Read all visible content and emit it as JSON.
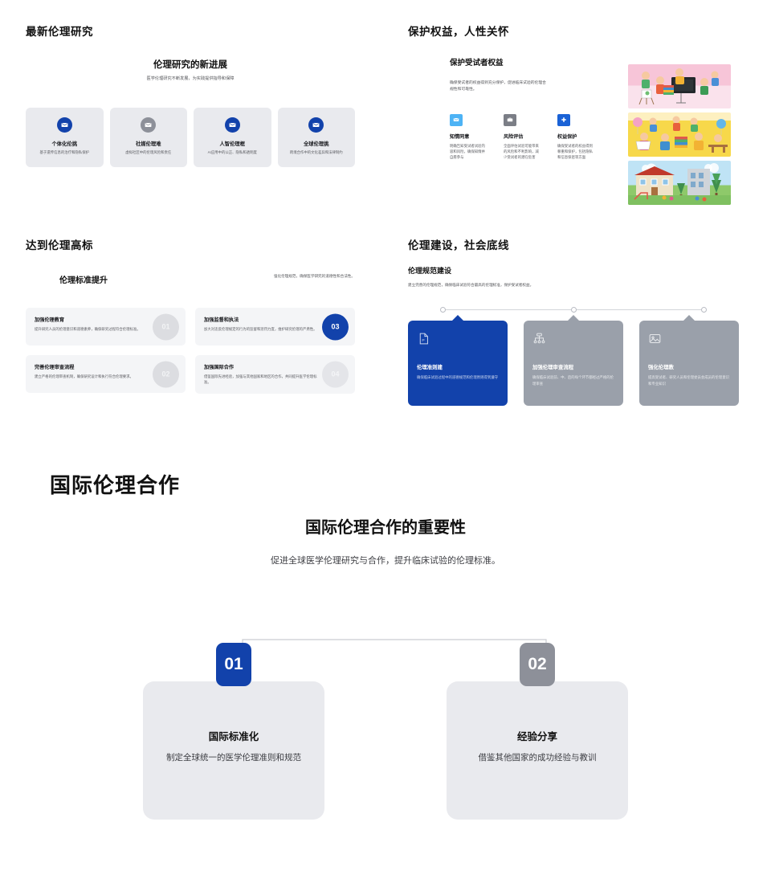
{
  "panel1": {
    "slide_title": "最新伦理研究",
    "heading": "伦理研究的新进展",
    "subheading": "医学伦理研究不断发展，为实践提供指导和保障",
    "cards": [
      {
        "icon": "mail-icon",
        "color": "#1242ab",
        "title": "个体化伦挑",
        "desc": "基于遗传信息的治疗和隐私保护"
      },
      {
        "icon": "mail-icon",
        "color": "#8d9099",
        "title": "社媒伦理难",
        "desc": "虚拟社区中的伦理风险和责任"
      },
      {
        "icon": "mail-icon",
        "color": "#1242ab",
        "title": "人智伦理框",
        "desc": "AI应用中的公正、隐私和透明度"
      },
      {
        "icon": "mail-icon",
        "color": "#1242ab",
        "title": "全球伦理挑",
        "desc": "跨境合作中的文化差异和法律制约"
      }
    ]
  },
  "panel2": {
    "slide_title": "保护权益，人性关怀",
    "heading": "保护受试者权益",
    "lead": "确保受试者的权益得到充分保护，促进临床试验的伦理合规性和可靠性。",
    "items": [
      {
        "icon": "mail-icon",
        "color": "#4db3f5",
        "title": "知情同意",
        "desc": "明确告知受试者试验内容和风险，确保知情并自愿参与"
      },
      {
        "icon": "briefcase-icon",
        "color": "#7b7e86",
        "title": "风险评估",
        "desc": "全面评估试验可能带来的风险和不利影响，减少受试者的潜在危害"
      },
      {
        "icon": "medical-cross-icon",
        "color": "#1a62d6",
        "title": "权益保护",
        "desc": "确保受试者的权益得到尊重和保护，包括隐私和信息保密等方面"
      }
    ],
    "artwork": [
      {
        "name": "classroom-kids-banner",
        "top": "#f6c3d6",
        "bottom": "#f9dce8"
      },
      {
        "name": "library-kids-banner",
        "top": "#f7d84a",
        "bottom": "#f5cf2e"
      },
      {
        "name": "school-playground-banner",
        "top": "#bfe3f5",
        "bottom": "#8ec96a"
      }
    ]
  },
  "panel3": {
    "slide_title": "达到伦理高标",
    "heading": "伦理标准提升",
    "lead": "强化伦理规范，确保医学研究的道德性和合法性。",
    "rows": [
      {
        "num": "01",
        "title": "加强伦理教育",
        "desc": "提升研究人员的伦理意识和道德素养，确保研究过程符合伦理标准。",
        "num_bg": "#d9dade",
        "num_color": "#f1f2f4"
      },
      {
        "num": "02",
        "title": "完善伦理审查流程",
        "desc": "建立严格的伦理审查机制，确保研究设计和执行符合伦理要求。",
        "num_bg": "#d9dade",
        "num_color": "#f1f2f4"
      },
      {
        "num": "03",
        "title": "加强监督和执法",
        "desc": "加大对违反伦理规定的行为的监督和惩罚力度，维护研究伦理的严肃性。",
        "num_bg": "#1242ab",
        "num_color": "#ffffff"
      },
      {
        "num": "04",
        "title": "加强国际合作",
        "desc": "借鉴国际先进经验，加强与其他国家和地区的合作，共同提升医学伦理标准。",
        "num_bg": "#e4e5e9",
        "num_color": "#f3f4f6"
      }
    ]
  },
  "panel4": {
    "slide_title": "伦理建设，社会底线",
    "heading": "伦理规范建设",
    "lead": "建立完善的伦理规范，确保临床试验符合最高的伦理标准，保护受试者权益。",
    "cards": [
      {
        "icon": "document-icon",
        "title": "伦理准则建",
        "desc": "确保临床试验过程中的道德规范和伦理原则得到遵守",
        "bg": "#1242ab",
        "fg": "#ffffff",
        "sub": "#ccd7ee"
      },
      {
        "icon": "sitemap-icon",
        "title": "加强伦理审查流程",
        "desc": "确保临床试验前、中、后的每个环节都经过严格的伦理审查",
        "bg": "#9aa0aa",
        "fg": "#ffffff",
        "sub": "#e7e9ec"
      },
      {
        "icon": "image-icon",
        "title": "强化伦理教",
        "desc": "提高受试者、研究人员和伦理委员会成员的伦理意识和专业知识",
        "bg": "#9aa0aa",
        "fg": "#ffffff",
        "sub": "#e7e9ec"
      }
    ]
  },
  "big": {
    "slide_title": "国际伦理合作",
    "heading": "国际伦理合作的重要性",
    "subheading": "促进全球医学伦理研究与合作，提升临床试验的伦理标准。",
    "cards": [
      {
        "num": "01",
        "num_bg": "#1242ab",
        "title": "国际标准化",
        "desc": "制定全球统一的医学伦理准则和规范"
      },
      {
        "num": "02",
        "num_bg": "#8d9099",
        "title": "经验分享",
        "desc": "借鉴其他国家的成功经验与教训"
      }
    ]
  }
}
